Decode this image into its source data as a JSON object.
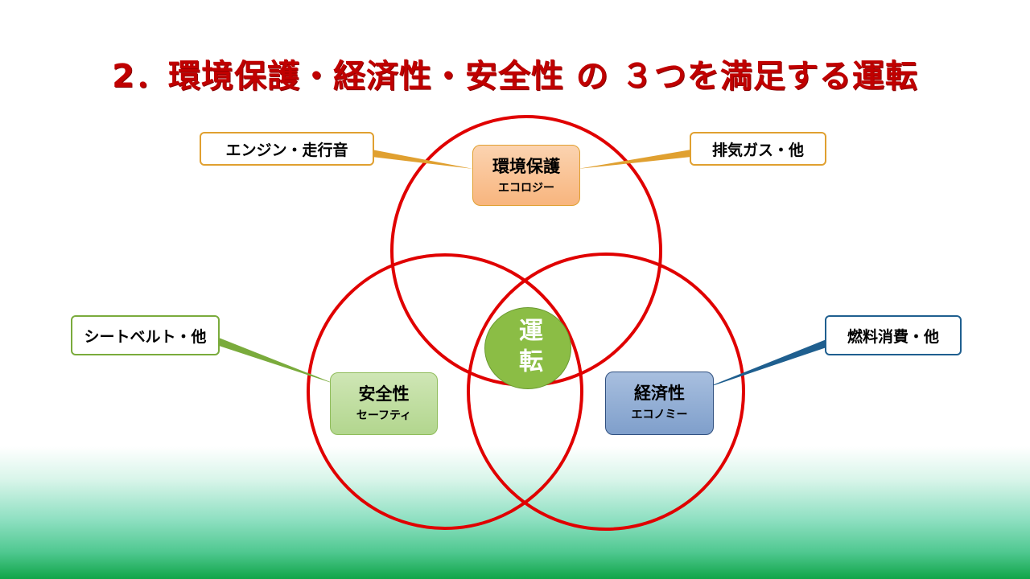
{
  "title": "2．環境保護・経済性・安全性 の ３つを満足する運転",
  "center": "運転",
  "boxes": {
    "eco": {
      "main": "環境保護",
      "sub": "エコロジー"
    },
    "safety": {
      "main": "安全性",
      "sub": "セーフティ"
    },
    "economy": {
      "main": "経済性",
      "sub": "エコノミー"
    }
  },
  "callouts": {
    "engine": "エンジン・走行音",
    "exhaust": "排気ガス・他",
    "seatbelt": "シートベルト・他",
    "fuel": "燃料消費・他"
  },
  "colors": {
    "circle": "#e00000",
    "orange": "#e0a030",
    "green": "#7aab3c",
    "blue": "#1f5f8f"
  }
}
